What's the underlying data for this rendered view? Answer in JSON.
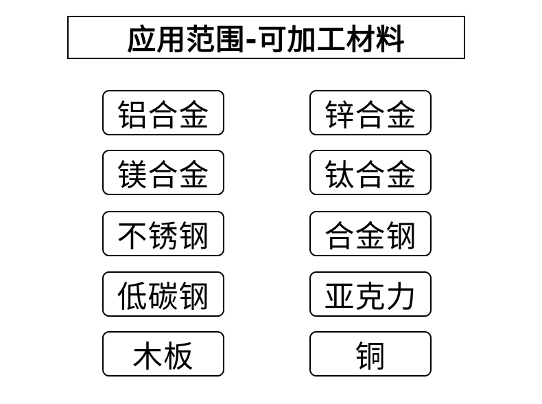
{
  "title": "应用范围-可加工材料",
  "materials": {
    "left": [
      "铝合金",
      "镁合金",
      "不锈钢",
      "低碳钢",
      "木板"
    ],
    "right": [
      "锌合金",
      "钛合金",
      "合金钢",
      "亚克力",
      "铜"
    ]
  }
}
